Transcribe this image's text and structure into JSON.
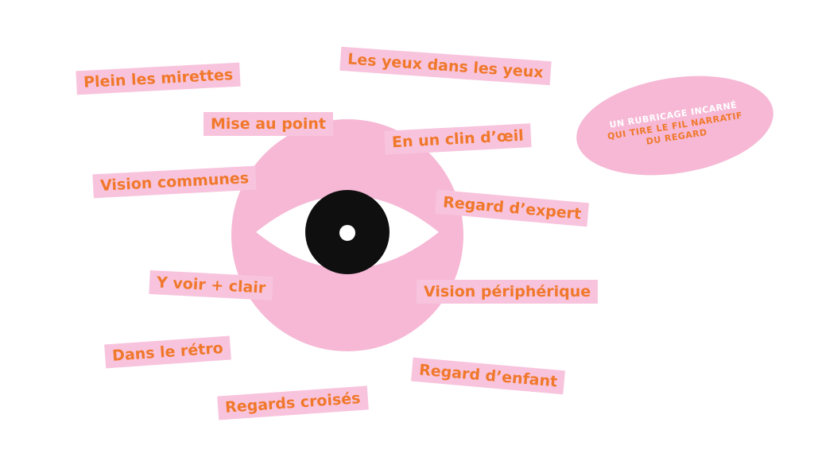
{
  "colors": {
    "pink": "#f6b8d5",
    "label_bg": "#f8c4dd",
    "orange": "#f0782b",
    "black": "#0f0f0f",
    "white": "#ffffff"
  },
  "labels": [
    "Plein les mirettes",
    "Les yeux dans les yeux",
    "Mise au point",
    "En un clin d’œil",
    "Vision communes",
    "Regard d’expert",
    "Y voir + clair",
    "Vision périphérique",
    "Dans le rétro",
    "Regard d’enfant",
    "Regards croisés"
  ],
  "bubble": {
    "line1": "UN RUBRICAGE INCARNÉ",
    "line2": "QUI TIRE LE FIL NARRATIF",
    "line3": "DU REGARD"
  },
  "icons": [
    "eye-icon"
  ]
}
